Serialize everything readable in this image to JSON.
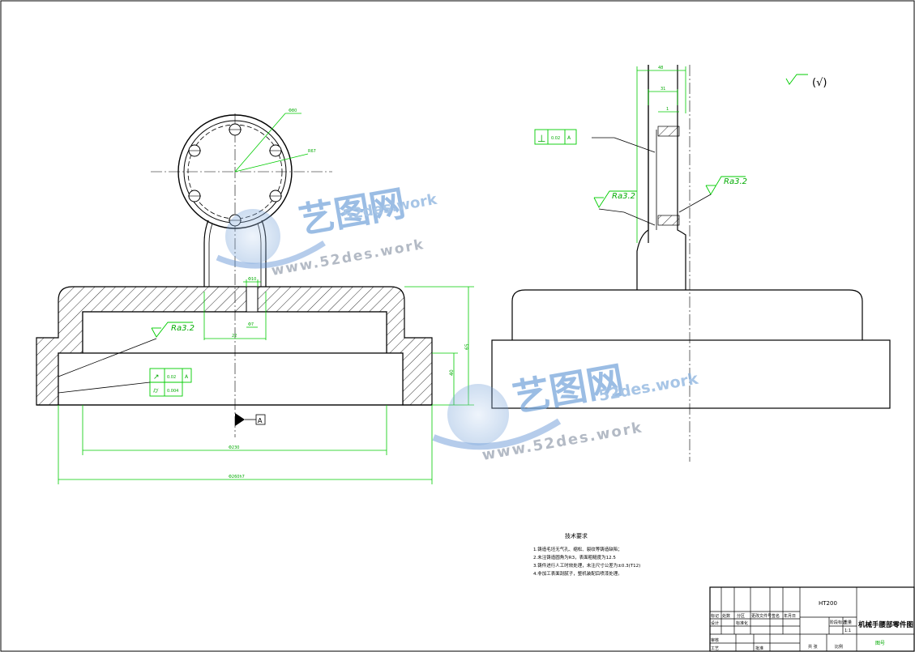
{
  "colors": {
    "outline": "#000000",
    "dimension": "#00cc00",
    "watermark_blue": "#7aa8dc",
    "watermark_gray": "#9aa4b2",
    "hatch": "#000000"
  },
  "watermark": {
    "cn_text": "艺图网",
    "url_text": "www.52des.work",
    "small_text": "52des.work"
  },
  "roughness": {
    "ra_label": "Ra3.2",
    "rest_mark": "(√)"
  },
  "datum": {
    "label": "A"
  },
  "tolerances": {
    "perp_value": "0.02",
    "perp_datum": "A",
    "runout_value": "0.02",
    "runout_datum": "A",
    "cylindricity_value": "0.004"
  },
  "dimensions": {
    "top_width_outer": "48",
    "top_width_inner": "31",
    "small_dim": "1",
    "circle_d1": "Φ80",
    "circle_d2": "R67",
    "bore_small": "Φ10",
    "bore_small2": "Φ7",
    "height_total": "65",
    "height_lower": "40",
    "bore_dia": "Φ230",
    "outer_dia": "Φ260h7",
    "dim_22": "22"
  },
  "technical_requirements": {
    "title": "技术要求",
    "items": [
      "1.铸造毛坯无气孔、缩松、裂纹等铸造缺陷；",
      "2.未注铸造圆角为R3，表面粗糙度为12.5",
      "3.铸件进行人工时效处理，未注尺寸公差为±0.3(T12)",
      "4.非加工表面刮腻子，整机装配后喷漆处理。"
    ]
  },
  "title_block": {
    "drawing_title": "机械手腰部零件图",
    "material": "HT200",
    "scale": "1:1",
    "scale_label": "比例",
    "weight_label": "重量",
    "sheet_label": "共 张",
    "designer_label": "设计",
    "standardize_label": "标准化",
    "review_label": "审核",
    "process_label": "工艺",
    "approve_label": "批准",
    "mark_label": "标记",
    "count_label": "处数",
    "zone_label": "分区",
    "change_doc_label": "更改文件号",
    "sign_label": "签名",
    "date_label": "年月日",
    "stage_label": "阶段标记",
    "code_label": "图号"
  }
}
